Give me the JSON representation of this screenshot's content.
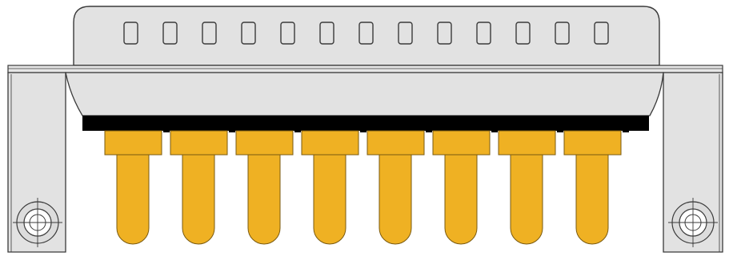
{
  "diagram": {
    "subject": "D-sub connector",
    "upper_pin_cavity_count": 13,
    "lower_pin_count": 8,
    "mounting_hole_count": 2,
    "colors": {
      "housing": "#e2e2e2",
      "outline": "#3a3a3a",
      "insulator": "#000000",
      "pin": "#efb123",
      "pin_outline": "#7a5a10",
      "hole_ring": "#dcdcdc",
      "background": "#ffffff"
    }
  }
}
